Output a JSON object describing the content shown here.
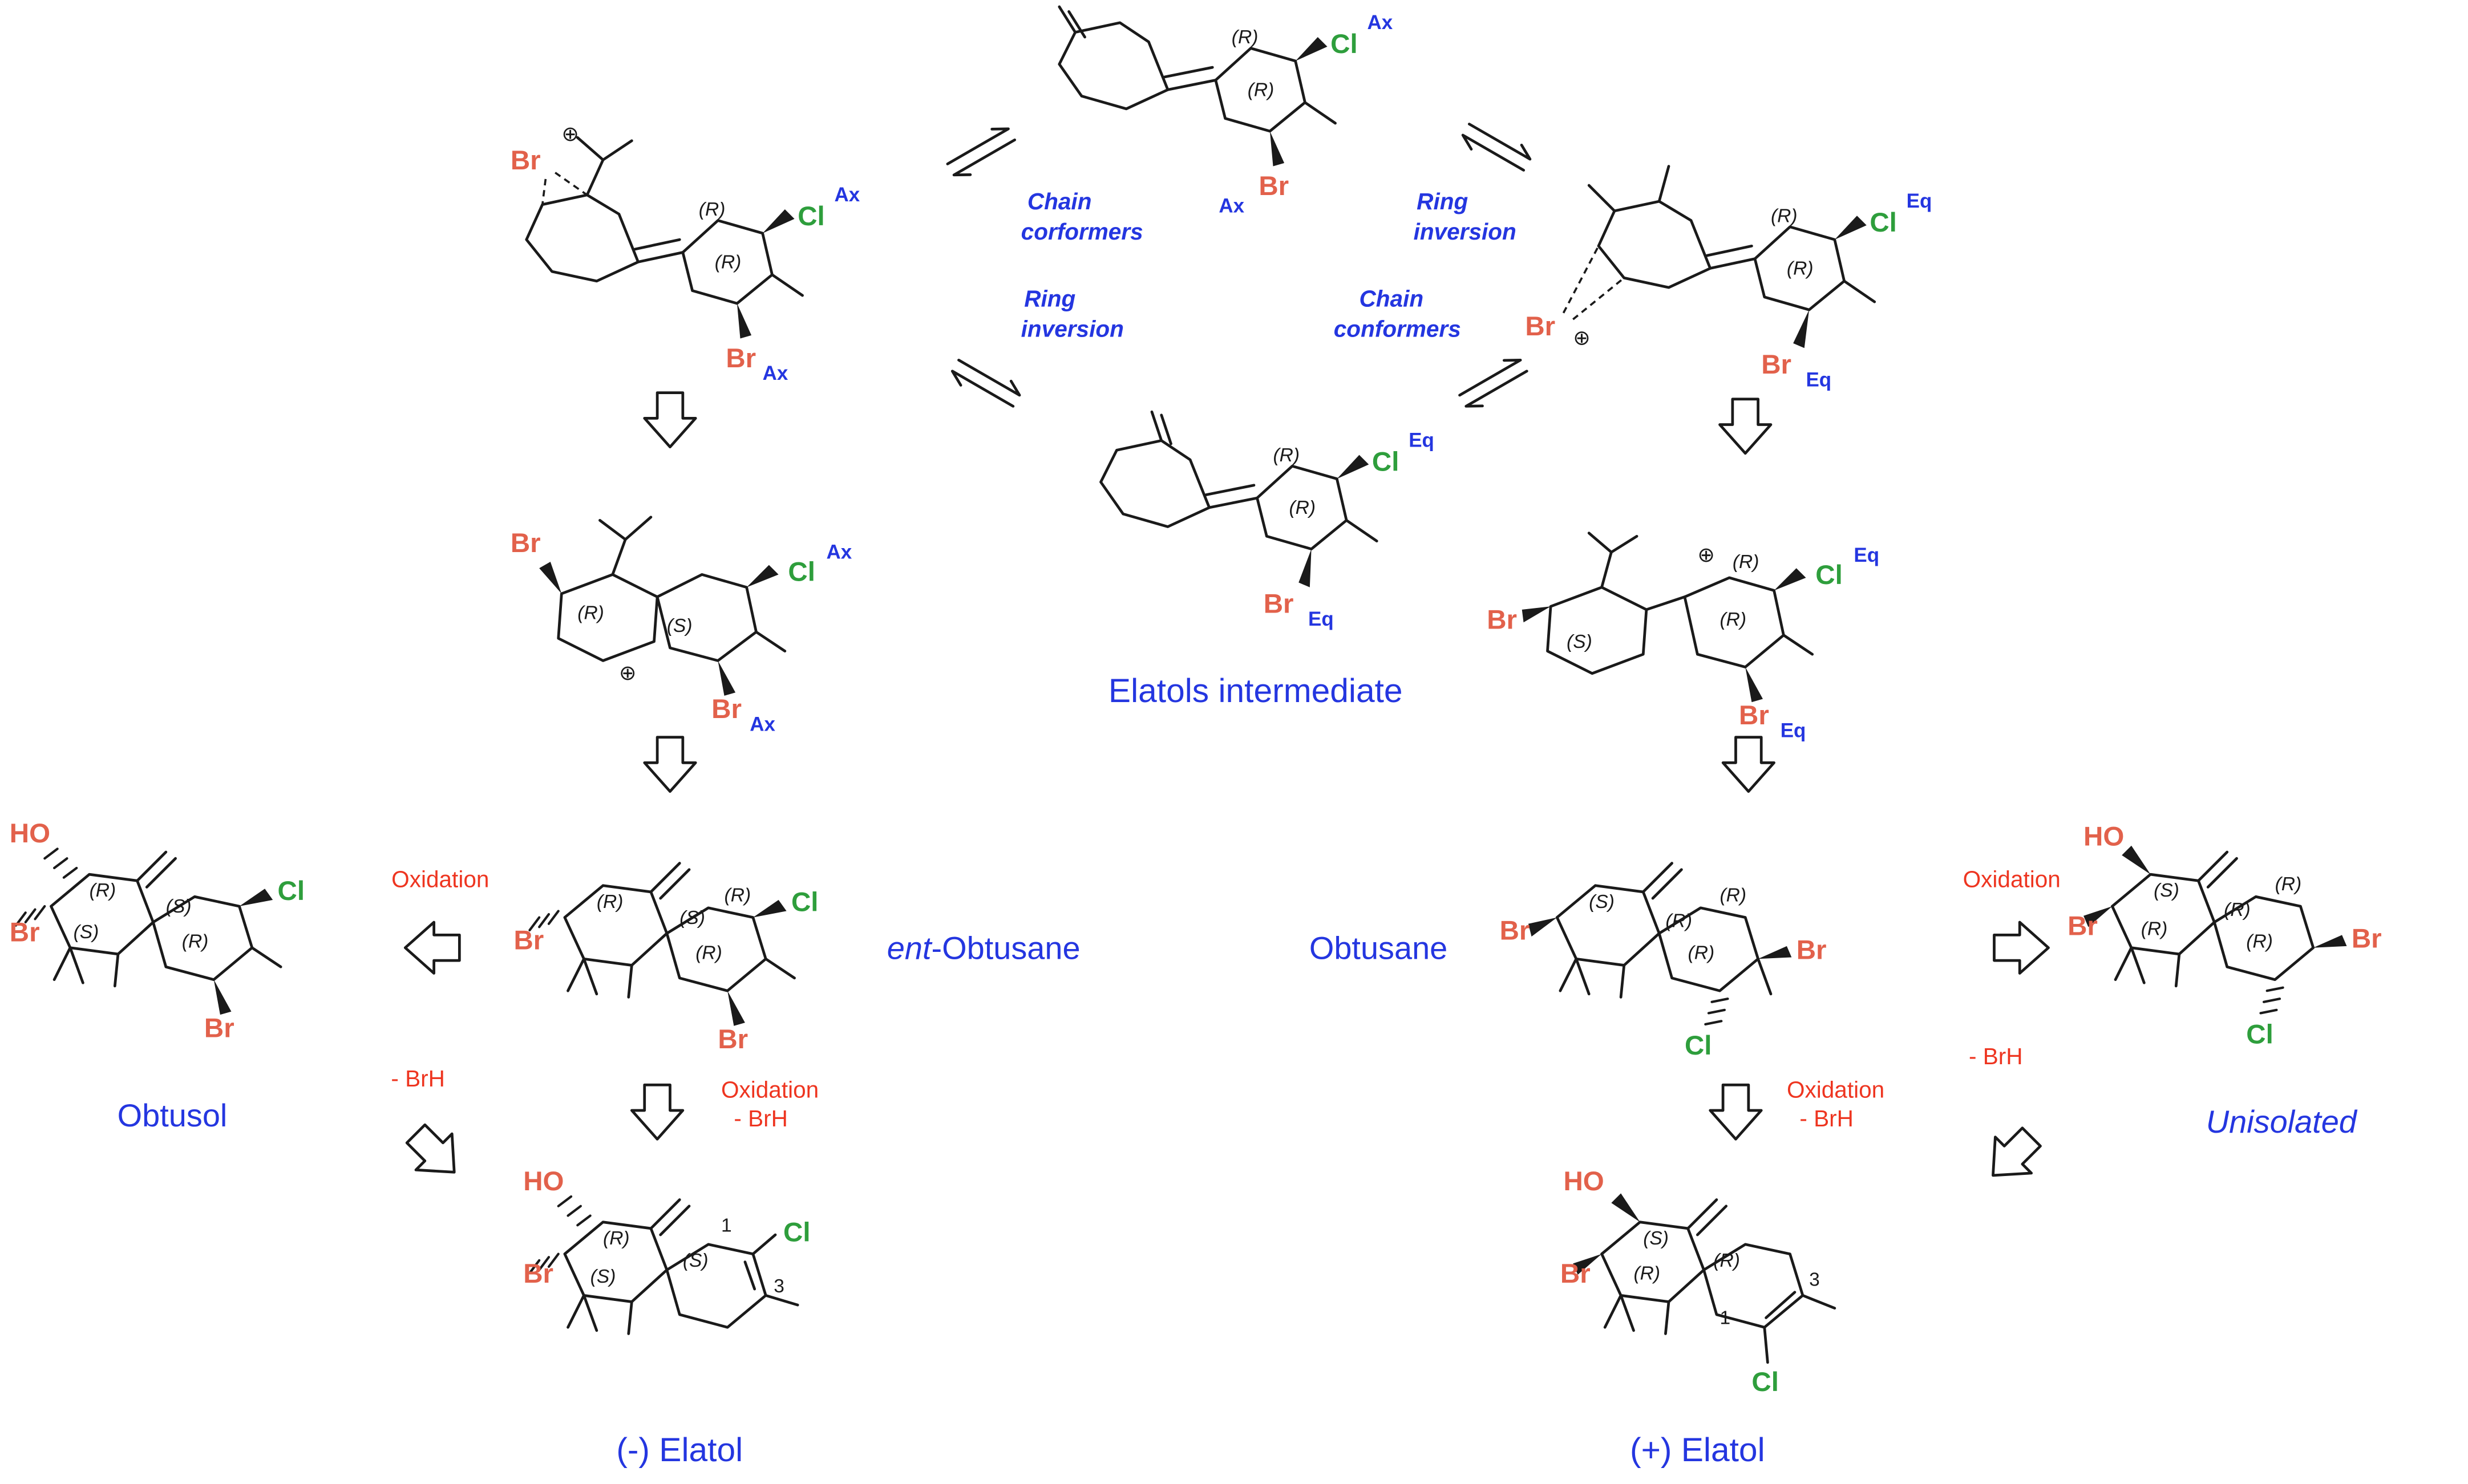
{
  "palette": {
    "background": "#ffffff",
    "bond": "#1a1a1a",
    "blue": "#2436e0",
    "red_atom": "#e2614b",
    "red_process": "#ee3520",
    "green": "#2e9e3c"
  },
  "tokens": {
    "br": "Br",
    "cl": "Cl",
    "ho": "HO",
    "plus": "⊕",
    "ax": "Ax",
    "eq": "Eq",
    "R": "(R)",
    "S": "(S)",
    "pos1": "1",
    "pos3": "3"
  },
  "names": {
    "intermediate": "Elatols intermediate",
    "obtusol": "Obtusol",
    "ent_prefix": "ent",
    "ent_suffix": "-Obtusane",
    "obtusane": "Obtusane",
    "unisolated": "Unisolated",
    "minus_elatol": "(-) Elatol",
    "plus_elatol": "(+) Elatol"
  },
  "equilibria": {
    "top_left": [
      "Chain",
      "corformers"
    ],
    "top_right": [
      "Ring",
      "inversion"
    ],
    "mid_left": [
      "Ring",
      "inversion"
    ],
    "mid_right": [
      "Chain",
      "conformers"
    ]
  },
  "process": {
    "oxidation": "Oxidation",
    "minus_brh": "- BrH"
  }
}
